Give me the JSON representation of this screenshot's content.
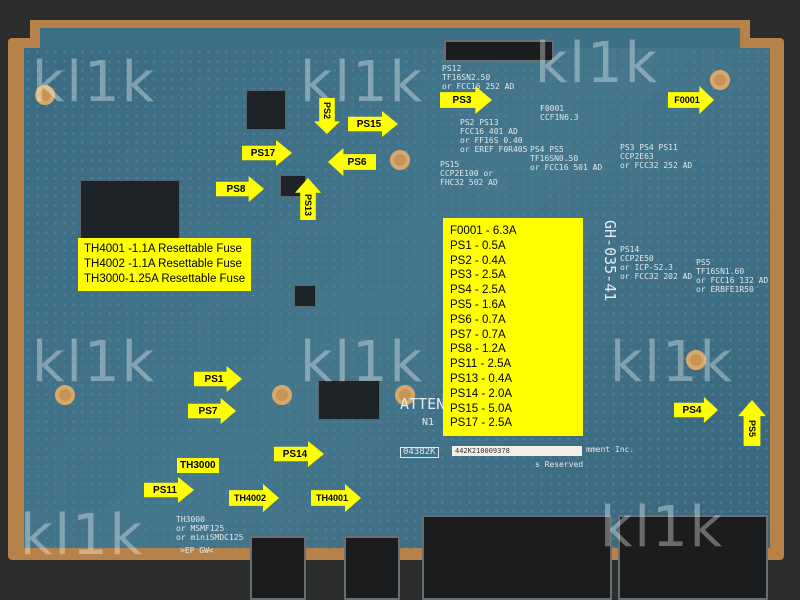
{
  "watermark": "kl1k",
  "board": {
    "model": "GH-035-41",
    "attention": "ATTENT",
    "code": "04382K",
    "n1": "N1",
    "barcode": "442K210009378",
    "copyright": "mment Inc.",
    "reserved": "s Reserved",
    "dep": ">EP GW<",
    "silk_ps3": "PS2 PS13\nFCC16 401 AD\nor FF16S 0.40\nor EREF F0R405",
    "silk_ps12": "PS12\nTF16SN2.50\nor FCC16 252 AD",
    "silk_ps15": "PS15\nCCP2E100 or\nFHC32 502 AD",
    "silk_f0001": "F0001\nCCF1N6.3",
    "silk_ps4": "PS4 PS5\nTF16SN0.50\nor FCC16 501 AD",
    "silk_ps53": "PS3 PS4 PS11\nCCP2E63\nor FCC32 252 AD",
    "silk_ps14": "PS14\nCCP2E50\nor ICP-S2.3\nor FCC32 202 AD",
    "silk_ps5": "PS5\nTF16SN1.60\nor FCC16 132 AD\nor ERBFE1R50",
    "silk_th": "TH3000\nor MSMF125\nor miniSMDC125"
  },
  "fuse_note": {
    "lines": [
      "TH4001 -1.1A Resettable Fuse",
      "TH4002 -1.1A Resettable Fuse",
      "TH3000-1.25A Resettable Fuse"
    ]
  },
  "rating_table": {
    "lines": [
      "F0001 - 6.3A",
      "PS1 - 0.5A",
      "PS2 - 0.4A",
      "PS3 - 2.5A",
      "PS4 - 2.5A",
      "PS5 - 1.6A",
      "PS6 - 0.7A",
      "PS7 - 0.7A",
      "PS8 - 1.2A",
      "PS11 - 2.5A",
      "PS13 - 0.4A",
      "PS14 - 2.0A",
      "PS15 - 5.0A",
      "PS17 - 2.5A"
    ]
  },
  "callouts": {
    "ps3": "PS3",
    "f0001": "F0001",
    "ps2": "PS2",
    "ps15": "PS15",
    "ps17": "PS17",
    "ps6": "PS6",
    "ps8": "PS8",
    "ps13": "PS13",
    "ps1": "PS1",
    "ps7": "PS7",
    "ps14": "PS14",
    "th3000": "TH3000",
    "ps11": "PS11",
    "th4002": "TH4002",
    "th4001": "TH4001",
    "ps4": "PS4",
    "ps5": "PS5"
  }
}
